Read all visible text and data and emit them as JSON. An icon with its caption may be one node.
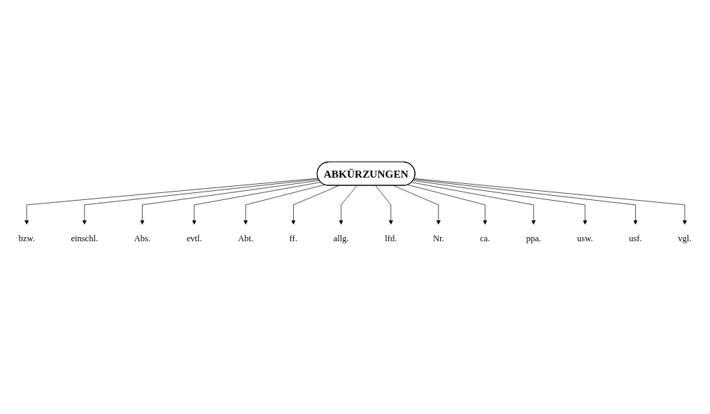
{
  "diagram": {
    "nodes": [
      {
        "text": [
          "ABKÜRZUNGEN"
        ]
      },
      {
        "text": [
          "bzw."
        ]
      },
      {
        "text": [
          "einschl."
        ]
      },
      {
        "text": [
          "Abs."
        ]
      },
      {
        "text": [
          "evtl."
        ]
      },
      {
        "text": [
          "Abt."
        ]
      },
      {
        "text": [
          "ff."
        ]
      },
      {
        "text": [
          "allg."
        ]
      },
      {
        "text": [
          "lfd."
        ]
      },
      {
        "text": [
          "Nr."
        ]
      },
      {
        "text": [
          "ca."
        ]
      },
      {
        "text": [
          "ppa."
        ]
      },
      {
        "text": [
          "usw."
        ]
      },
      {
        "text": [
          "usf."
        ]
      },
      {
        "text": [
          "vgl."
        ]
      }
    ],
    "edges": [
      {
        "from": 0,
        "to": 1,
        "arrow": "to"
      },
      {
        "from": 0,
        "to": 2,
        "arrow": "to"
      },
      {
        "from": 0,
        "to": 3,
        "arrow": "to"
      },
      {
        "from": 0,
        "to": 4,
        "arrow": "to"
      },
      {
        "from": 0,
        "to": 5,
        "arrow": "to"
      },
      {
        "from": 0,
        "to": 6,
        "arrow": "to"
      },
      {
        "from": 0,
        "to": 7,
        "arrow": "to"
      },
      {
        "from": 0,
        "to": 8,
        "arrow": "to"
      },
      {
        "from": 0,
        "to": 9,
        "arrow": "to"
      },
      {
        "from": 0,
        "to": 10,
        "arrow": "to"
      },
      {
        "from": 0,
        "to": 11,
        "arrow": "to"
      },
      {
        "from": 0,
        "to": 12,
        "arrow": "to"
      },
      {
        "from": 0,
        "to": 13,
        "arrow": "to"
      },
      {
        "from": 0,
        "to": 14,
        "arrow": "to"
      }
    ]
  }
}
